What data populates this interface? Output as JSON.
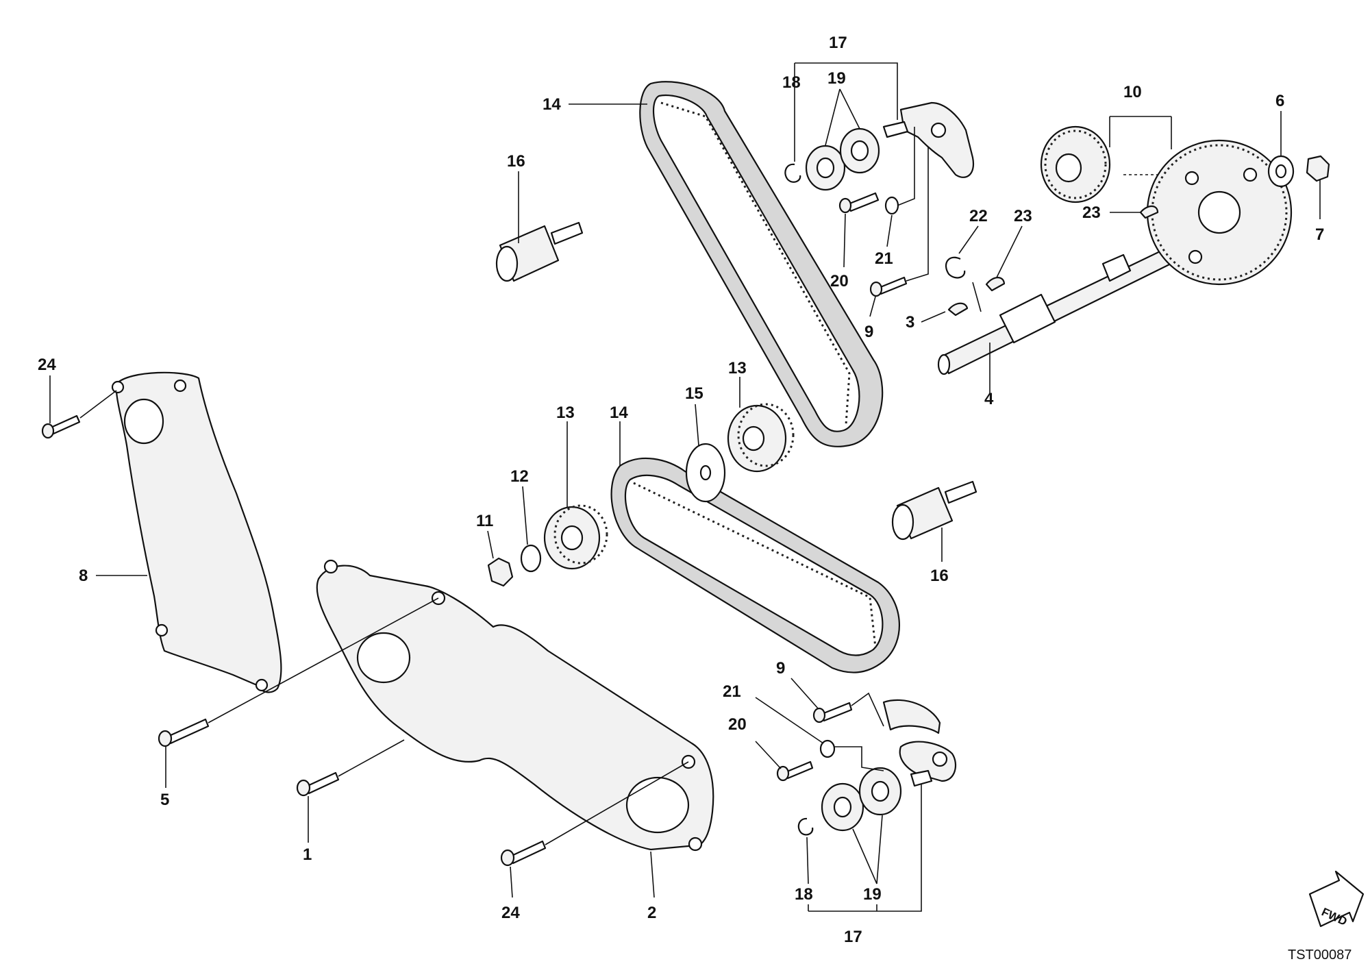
{
  "callouts": {
    "c1": "1",
    "c2": "2",
    "c3": "3",
    "c4": "4",
    "c5": "5",
    "c6": "6",
    "c7": "7",
    "c8": "8",
    "c9a": "9",
    "c9b": "9",
    "c10": "10",
    "c11": "11",
    "c12": "12",
    "c13a": "13",
    "c13b": "13",
    "c14a": "14",
    "c14b": "14",
    "c15": "15",
    "c16a": "16",
    "c16b": "16",
    "c17a": "17",
    "c17b": "17",
    "c18a": "18",
    "c18b": "18",
    "c19a": "19",
    "c19b": "19",
    "c20a": "20",
    "c20b": "20",
    "c21a": "21",
    "c21b": "21",
    "c22": "22",
    "c23a": "23",
    "c23b": "23",
    "c24a": "24",
    "c24b": "24"
  },
  "direction_badge": "FWD",
  "diagram_code": "TST00087"
}
